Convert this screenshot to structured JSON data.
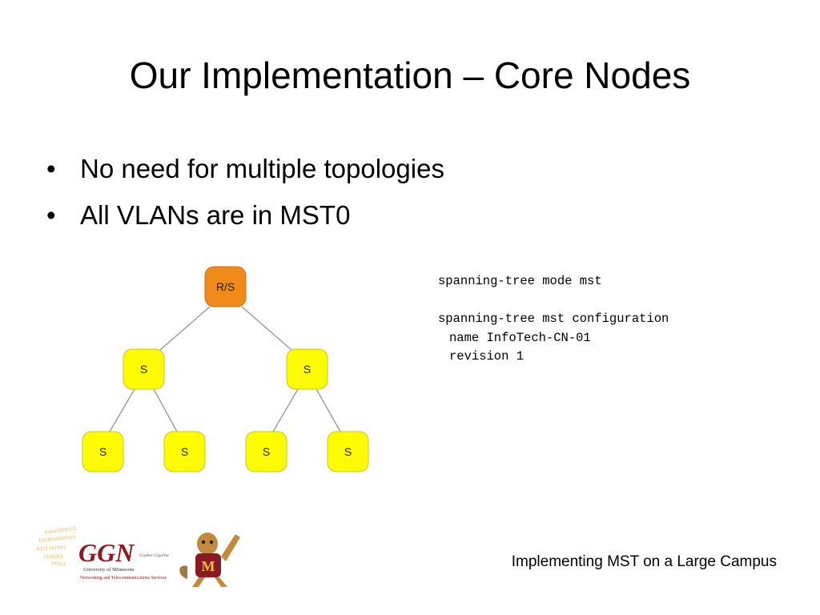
{
  "slide": {
    "title": "Our Implementation – Core Nodes",
    "bullets": [
      {
        "marker": "•",
        "text": "No need for multiple topologies"
      },
      {
        "marker": "•",
        "text": "All VLANs are in MST0"
      }
    ]
  },
  "diagram": {
    "nodes": [
      {
        "id": "root",
        "label": "R/S",
        "color": "#f28a1a"
      },
      {
        "id": "l1a",
        "label": "S",
        "color": "#fffb00"
      },
      {
        "id": "l1b",
        "label": "S",
        "color": "#fffb00"
      },
      {
        "id": "l2a",
        "label": "S",
        "color": "#fffb00"
      },
      {
        "id": "l2b",
        "label": "S",
        "color": "#fffb00"
      },
      {
        "id": "l2c",
        "label": "S",
        "color": "#fffb00"
      },
      {
        "id": "l2d",
        "label": "S",
        "color": "#fffb00"
      }
    ],
    "edges": [
      [
        "root",
        "l1a"
      ],
      [
        "root",
        "l1b"
      ],
      [
        "l1a",
        "l2a"
      ],
      [
        "l1a",
        "l2b"
      ],
      [
        "l1b",
        "l2c"
      ],
      [
        "l1b",
        "l2d"
      ]
    ]
  },
  "config": {
    "lines": [
      "spanning-tree mode mst",
      "",
      "spanning-tree mst configuration",
      "name InfoTech-CN-01",
      "revision 1"
    ]
  },
  "logo": {
    "acronym": "GGN",
    "tagline": "Gopher GigaNet",
    "university": "University of Minnesota",
    "department": "Networking and Telecommunications Services",
    "mascot_letter": "M"
  },
  "footer": {
    "text": "Implementing MST on a Large Campus"
  }
}
